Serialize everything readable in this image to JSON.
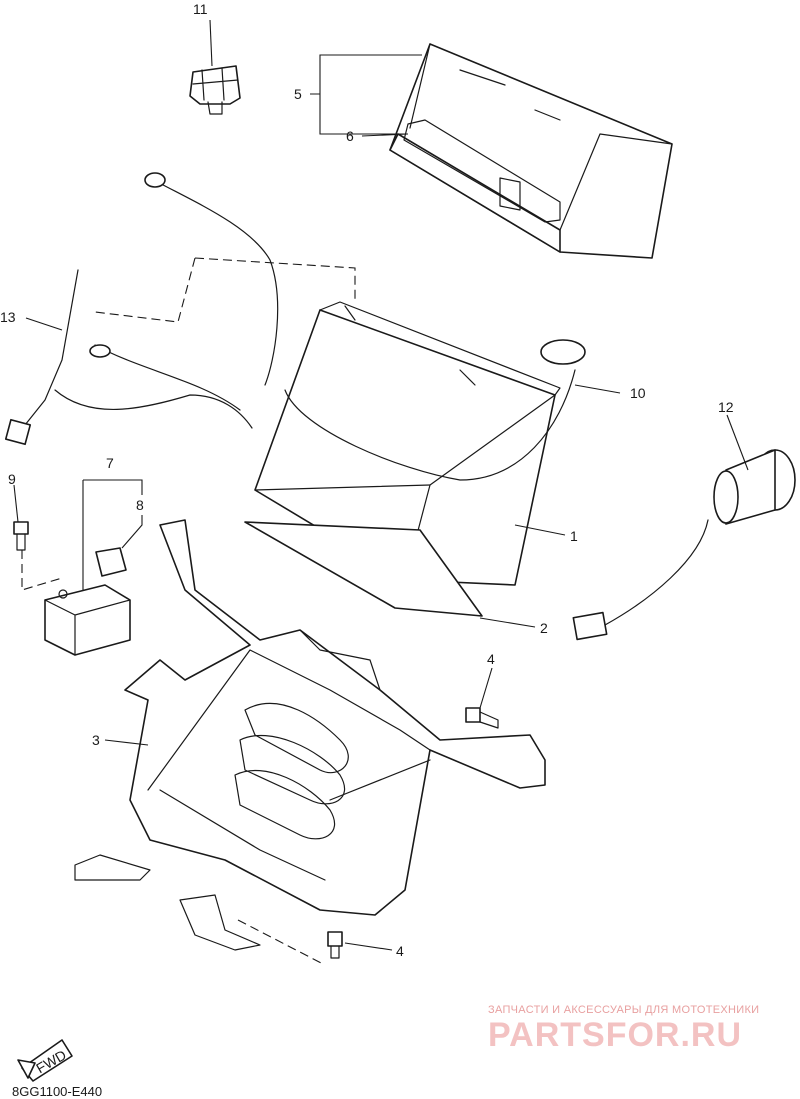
{
  "callouts": {
    "n1": "1",
    "n2": "2",
    "n3": "3",
    "n4a": "4",
    "n4b": "4",
    "n5": "5",
    "n6": "6",
    "n7": "7",
    "n8": "8",
    "n9": "9",
    "n10": "10",
    "n11": "11",
    "n12": "12",
    "n13": "13"
  },
  "fwd_label": "FWD",
  "diagram_code": "8GG1100-E440",
  "watermark": {
    "tagline": "ЗАПЧАСТИ И АКСЕССУАРЫ ДЛЯ МОТОТЕХНИКИ",
    "brand": "PARTSFOR.RU",
    "color": "#e8a0a0"
  }
}
